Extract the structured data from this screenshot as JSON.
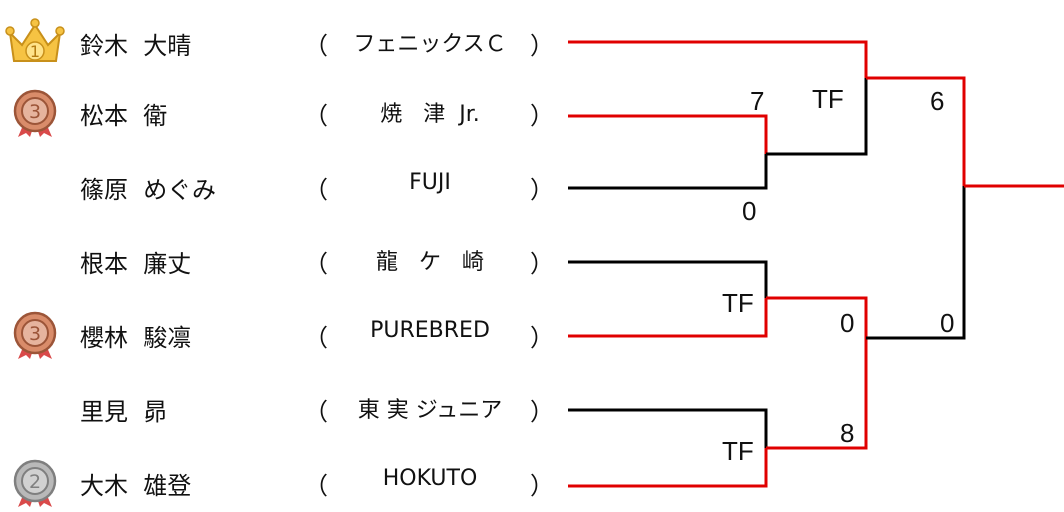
{
  "players": [
    {
      "name": "鈴木  大晴",
      "team": "フェニックスＣ",
      "medal": "gold",
      "medal_label": "1",
      "red": true
    },
    {
      "name": "松本  衛",
      "team": "焼   津  Jr.",
      "medal": "bronze",
      "medal_label": "3",
      "red": true
    },
    {
      "name": "篠原  めぐみ",
      "team": "FUJI",
      "medal": "",
      "medal_label": "",
      "red": false
    },
    {
      "name": "根本  廉丈",
      "team": "龍   ケ   崎",
      "medal": "",
      "medal_label": "",
      "red": false
    },
    {
      "name": "櫻林  駿凛",
      "team": "PUREBRED",
      "medal": "bronze",
      "medal_label": "3",
      "red": true
    },
    {
      "name": "里見  昴",
      "team": "東 実 ジュニア",
      "medal": "",
      "medal_label": "",
      "red": false
    },
    {
      "name": "大木  雄登",
      "team": "HOKUTO",
      "medal": "silver",
      "medal_label": "2",
      "red": true
    }
  ],
  "paren_open": "（",
  "paren_close": "）",
  "scores": {
    "r1_m1_top": "7",
    "r1_m1_bottom": "0",
    "r1_m2": "TF",
    "r1_m3": "TF",
    "sf1_top": "TF",
    "sf2_top": "0",
    "sf2_bottom": "8",
    "final_top": "6",
    "final_bottom": "0"
  },
  "colors": {
    "win": "#e00000",
    "line": "#000000",
    "gold": "#f6c343",
    "bronze": "#d98c6a",
    "silver": "#b9b9b9"
  }
}
